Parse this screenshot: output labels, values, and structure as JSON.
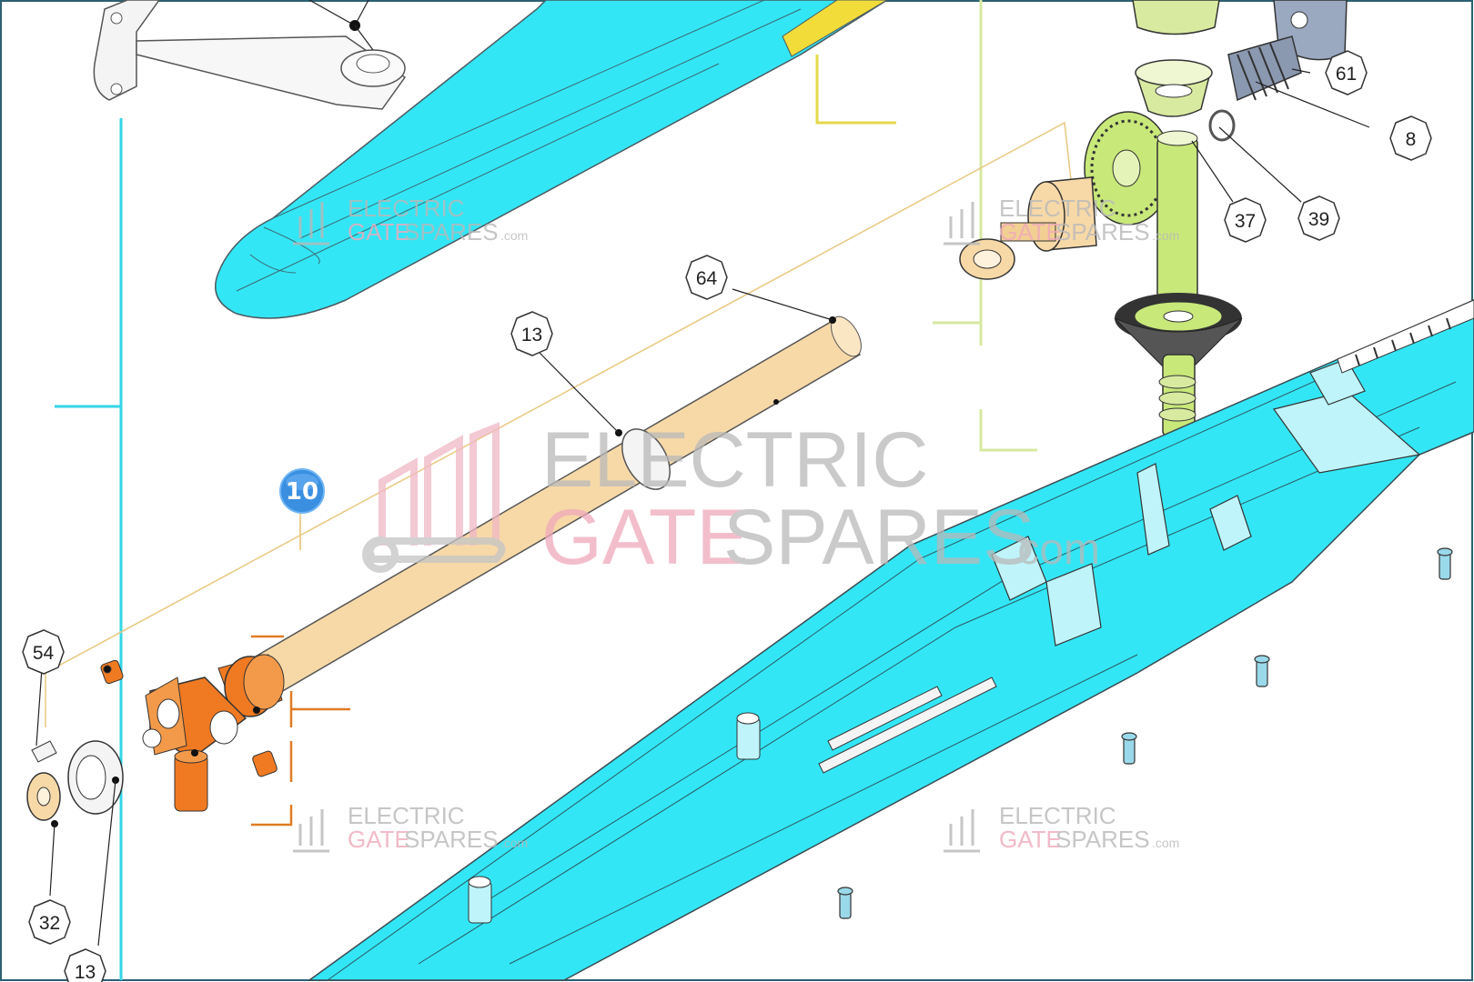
{
  "diagram": {
    "badge": {
      "label": "10",
      "color": "#3a8fe0"
    },
    "callouts": [
      {
        "id": "callout-61",
        "label": "61"
      },
      {
        "id": "callout-8",
        "label": "8"
      },
      {
        "id": "callout-37",
        "label": "37"
      },
      {
        "id": "callout-39",
        "label": "39"
      },
      {
        "id": "callout-64",
        "label": "64"
      },
      {
        "id": "callout-13-top",
        "label": "13"
      },
      {
        "id": "callout-54",
        "label": "54"
      },
      {
        "id": "callout-32",
        "label": "32"
      },
      {
        "id": "callout-13-bottom",
        "label": "13"
      }
    ],
    "watermark": {
      "word1": "ELECTRIC",
      "word2a": "GATE",
      "word2b": "SPARES",
      "suffix": ".com"
    },
    "colors": {
      "arm_cyan": "#33e6f5",
      "shaft_beige": "#f7d9a8",
      "joint_orange": "#f07a22",
      "gear_green": "#c8e87a",
      "accent_yellow": "#f2dc3a",
      "watermark_pink": "#f0a9bb",
      "watermark_gray": "#b9b9b9"
    }
  }
}
